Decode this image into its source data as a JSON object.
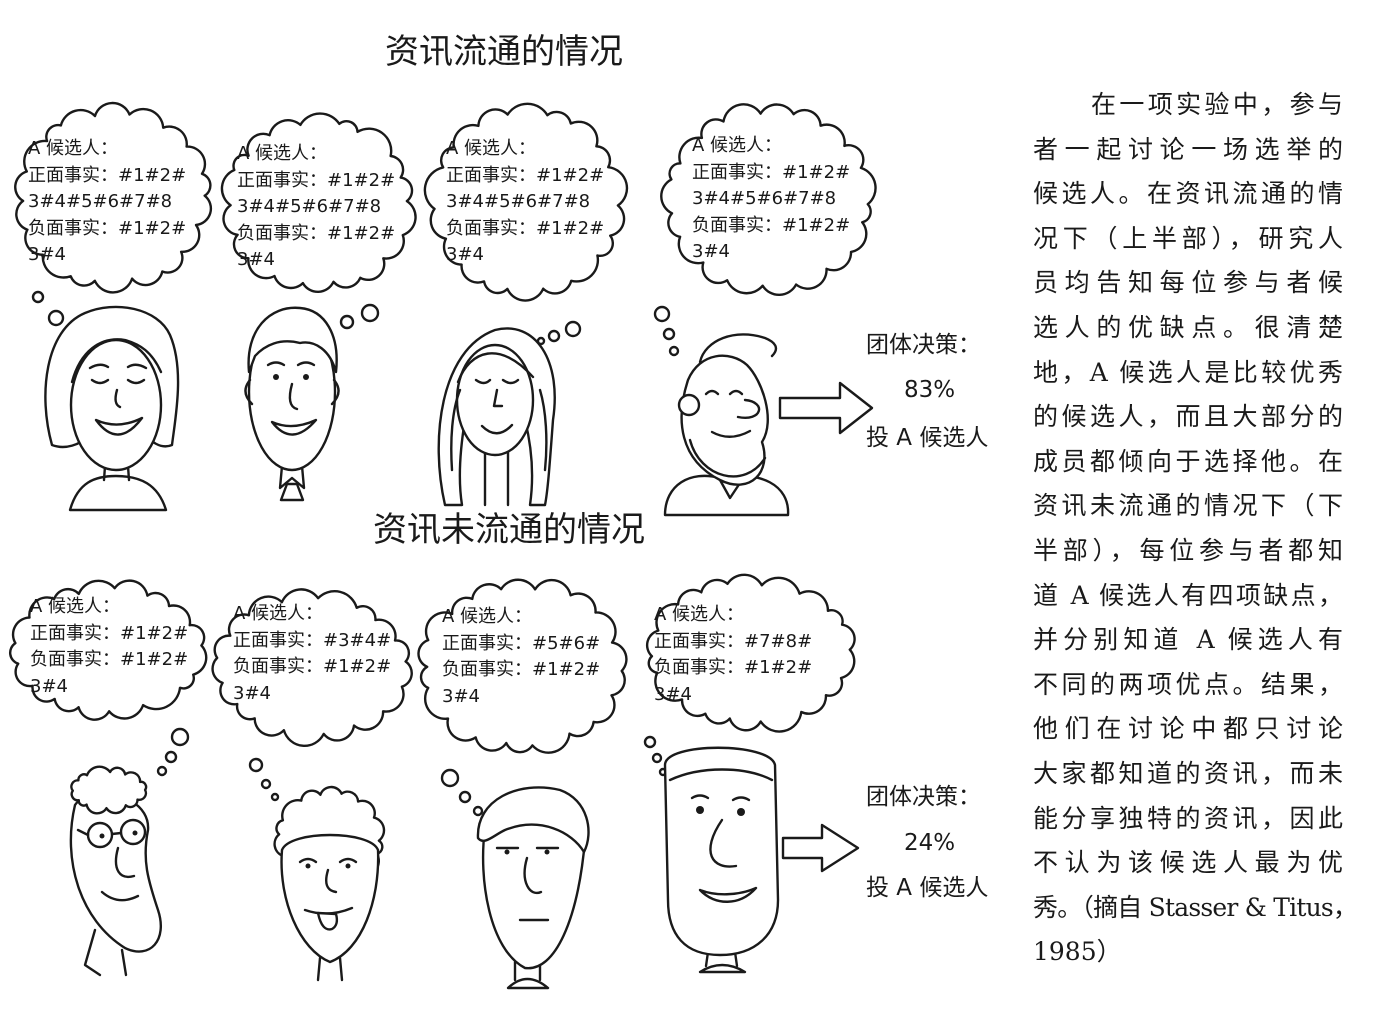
{
  "panels": [
    {
      "title": "资讯流通的情况",
      "bubbles": [
        {
          "header": "A 候选人：",
          "lines": [
            "正面事实：#1#2#",
            "3#4#5#6#7#8",
            "负面事实：#1#2#",
            "3#4"
          ]
        },
        {
          "header": "A 候选人：",
          "lines": [
            "正面事实：#1#2#",
            "3#4#5#6#7#8",
            "负面事实：#1#2#",
            "3#4"
          ]
        },
        {
          "header": "A 候选人：",
          "lines": [
            "正面事实：#1#2#",
            "3#4#5#6#7#8",
            "负面事实：#1#2#",
            "3#4"
          ]
        },
        {
          "header": "A 候选人：",
          "lines": [
            "正面事实：#1#2#",
            "3#4#5#6#7#8",
            "负面事实：#1#2#",
            "3#4"
          ]
        }
      ],
      "decision": {
        "label": "团体决策：",
        "percent": "83%",
        "vote": "投 A 候选人"
      }
    },
    {
      "title": "资讯未流通的情况",
      "bubbles": [
        {
          "header": "A 候选人：",
          "lines": [
            "正面事实：#1#2#",
            "负面事实：#1#2#",
            "3#4"
          ]
        },
        {
          "header": "A 候选人：",
          "lines": [
            "正面事实：#3#4#",
            "负面事实：#1#2#",
            "3#4"
          ]
        },
        {
          "header": "A 候选人：",
          "lines": [
            "正面事实：#5#6#",
            "负面事实：#1#2#",
            "3#4"
          ]
        },
        {
          "header": "A 候选人：",
          "lines": [
            "正面事实：#7#8#",
            "负面事实：#1#2#",
            "3#4"
          ]
        }
      ],
      "decision": {
        "label": "团体决策：",
        "percent": "24%",
        "vote": "投 A 候选人"
      }
    }
  ],
  "caption": {
    "lines": [
      "在一项实验中，参与",
      "者一起讨论一场选举的",
      "候选人。在资讯流通的情",
      "况下（上半部），研究人",
      "员均告知每位参与者候",
      "选人的优缺点。很清楚",
      "地，A 候选人是比较优秀",
      "的候选人，而且大部分的",
      "成员都倾向于选择他。在",
      "资讯未流通的情况下（下",
      "半部），每位参与者都知",
      "道 A 候选人有四项缺点，",
      "并分别知道 A 候选人有",
      "不同的两项优点。结果，",
      "他们在讨论中都只讨论",
      "大家都知道的资讯，而未",
      "能分享独特的资讯，因此",
      "不认为该候选人最为优",
      "秀。（摘自 Stasser & Titus，",
      "1985）"
    ]
  },
  "icons": {
    "decision_arrow": "arrow-right-icon",
    "thought": "thought-bubble"
  },
  "colors": {
    "ink": "#1a1a1a",
    "paper": "#ffffff"
  }
}
